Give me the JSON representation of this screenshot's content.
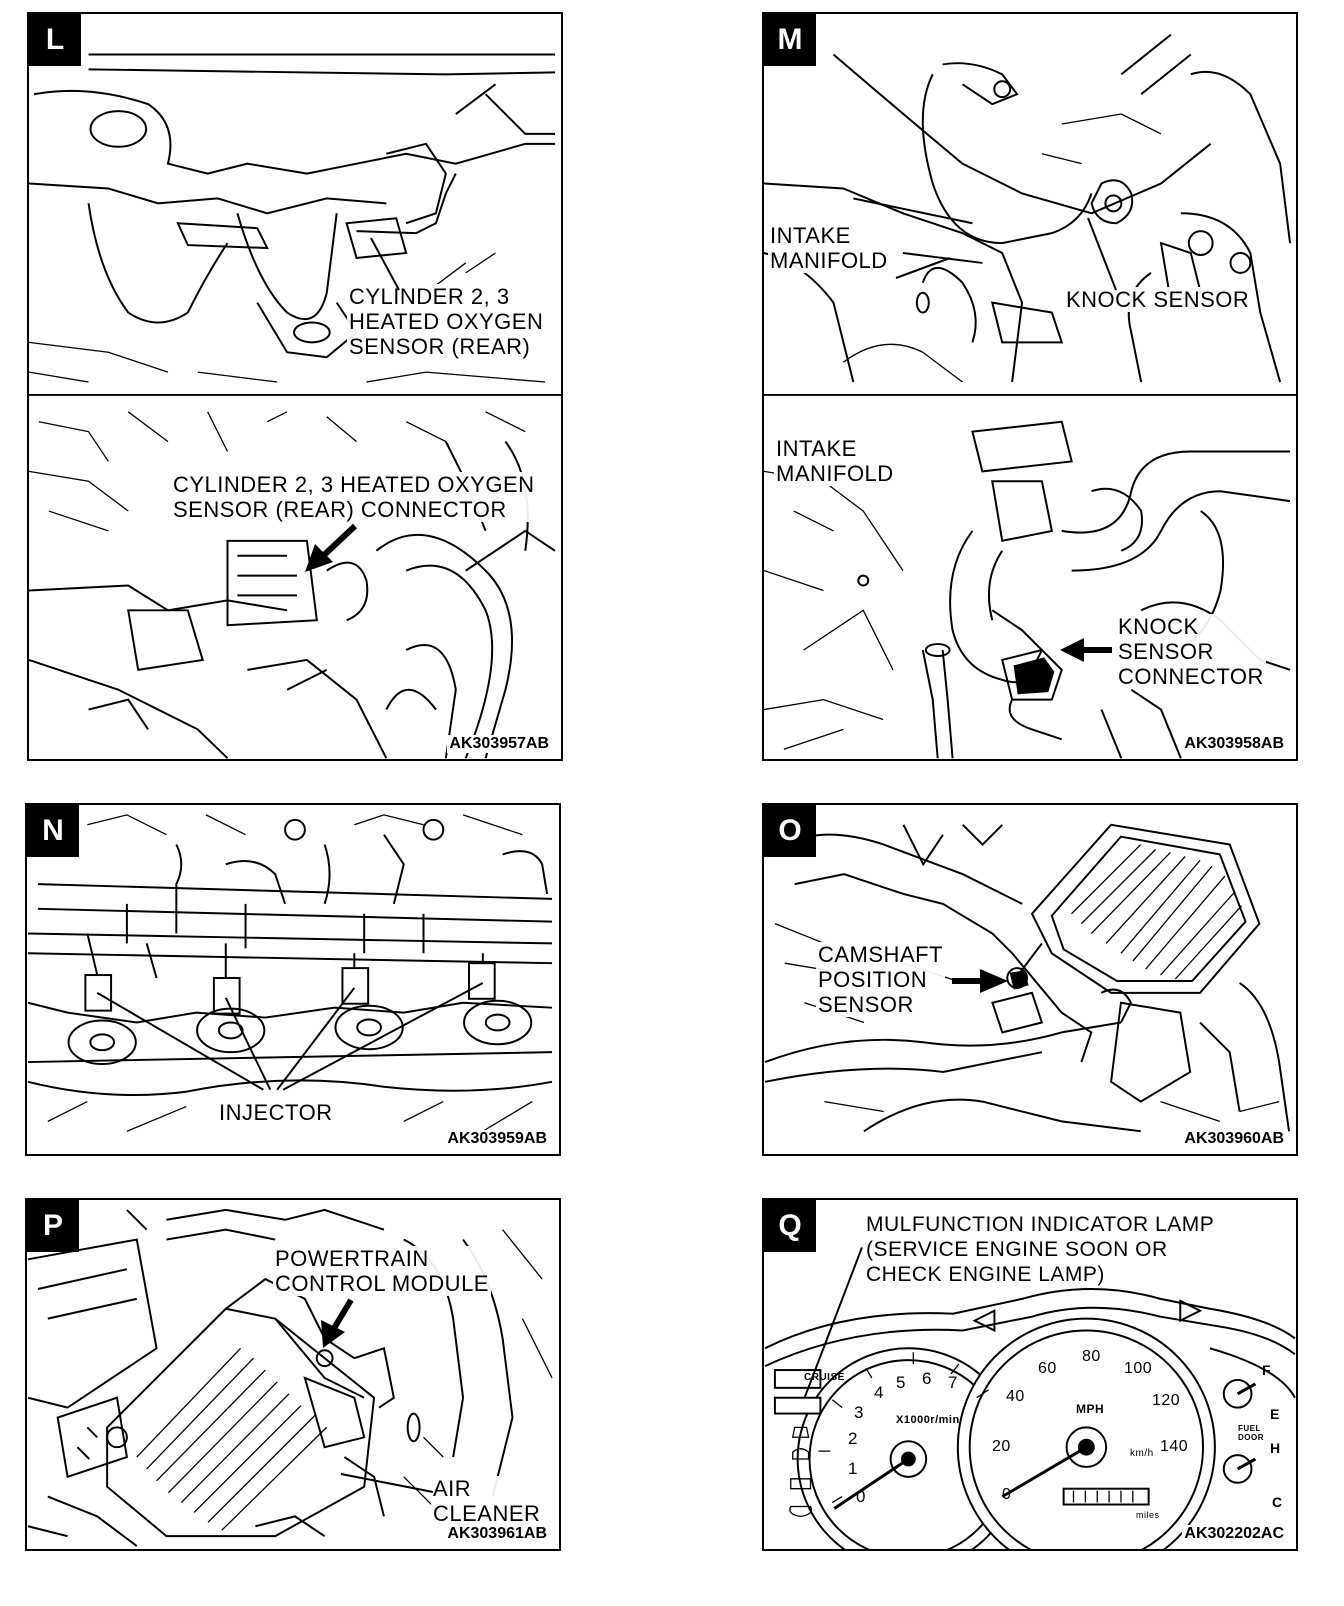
{
  "panels": {
    "L": {
      "letter": "L",
      "labels": {
        "sensor": "CYLINDER 2, 3\nHEATED OXYGEN\nSENSOR (REAR)",
        "connector": "CYLINDER 2, 3 HEATED OXYGEN\nSENSOR (REAR) CONNECTOR"
      },
      "code": "AK303957AB"
    },
    "M": {
      "letter": "M",
      "labels": {
        "intake_top": "INTAKE\nMANIFOLD",
        "knock_sensor": "KNOCK SENSOR",
        "intake_bottom": "INTAKE\nMANIFOLD",
        "knock_connector": "KNOCK\nSENSOR\nCONNECTOR"
      },
      "code": "AK303958AB"
    },
    "N": {
      "letter": "N",
      "labels": {
        "injector": "INJECTOR"
      },
      "code": "AK303959AB"
    },
    "O": {
      "letter": "O",
      "labels": {
        "camshaft": "CAMSHAFT\nPOSITION\nSENSOR"
      },
      "code": "AK303960AB"
    },
    "P": {
      "letter": "P",
      "labels": {
        "pcm": "POWERTRAIN\nCONTROL MODULE",
        "air_cleaner": "AIR\nCLEANER"
      },
      "code": "AK303961AB"
    },
    "Q": {
      "letter": "Q",
      "labels": {
        "mil": "MULFUNCTION INDICATOR LAMP\n(SERVICE ENGINE SOON OR\nCHECK ENGINE LAMP)"
      },
      "gauges": {
        "cruise": "CRUISE",
        "tach_unit": "X1000r/min",
        "tach_ticks": [
          "0",
          "1",
          "2",
          "3",
          "4",
          "5",
          "6",
          "7"
        ],
        "speed_unit": "MPH",
        "speed_unit_km": "km/h",
        "speed_ticks": [
          "0",
          "20",
          "40",
          "60",
          "80",
          "100",
          "120",
          "140"
        ],
        "fuel_f": "F",
        "fuel_e": "E",
        "fuel_door": "FUEL\nDOOR",
        "temp_h": "H",
        "temp_c": "C",
        "odo_unit": "miles"
      },
      "code": "AK302202AC"
    }
  }
}
